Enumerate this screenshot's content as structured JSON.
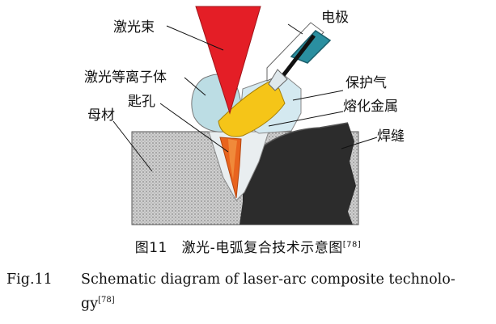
{
  "labels": {
    "laser_beam": "激光束",
    "electrode": "电极",
    "laser_plasma": "激光等离子体",
    "shielding_gas": "保护气",
    "keyhole": "匙孔",
    "molten_metal": "熔化金属",
    "base_metal": "母材",
    "weld_seam": "焊缝"
  },
  "caption_cn": {
    "fig_no": "图11",
    "text": "激光-电弧复合技术示意图",
    "ref": "[78]"
  },
  "caption_en": {
    "fig_no": "Fig.11",
    "line1": "Schematic diagram of laser-arc composite technolo-",
    "line2": "gy",
    "ref": "[78]"
  },
  "colors": {
    "laser": "#e41e26",
    "plasma": "#bcdde4",
    "shielding_gas": "#cfe6ee",
    "molten": "#f5c518",
    "keyhole": "#e8641e",
    "base_metal": "#c8c8c8",
    "weld": "#2b2b2b",
    "electrode_nozzle": "#2a8fa0"
  }
}
